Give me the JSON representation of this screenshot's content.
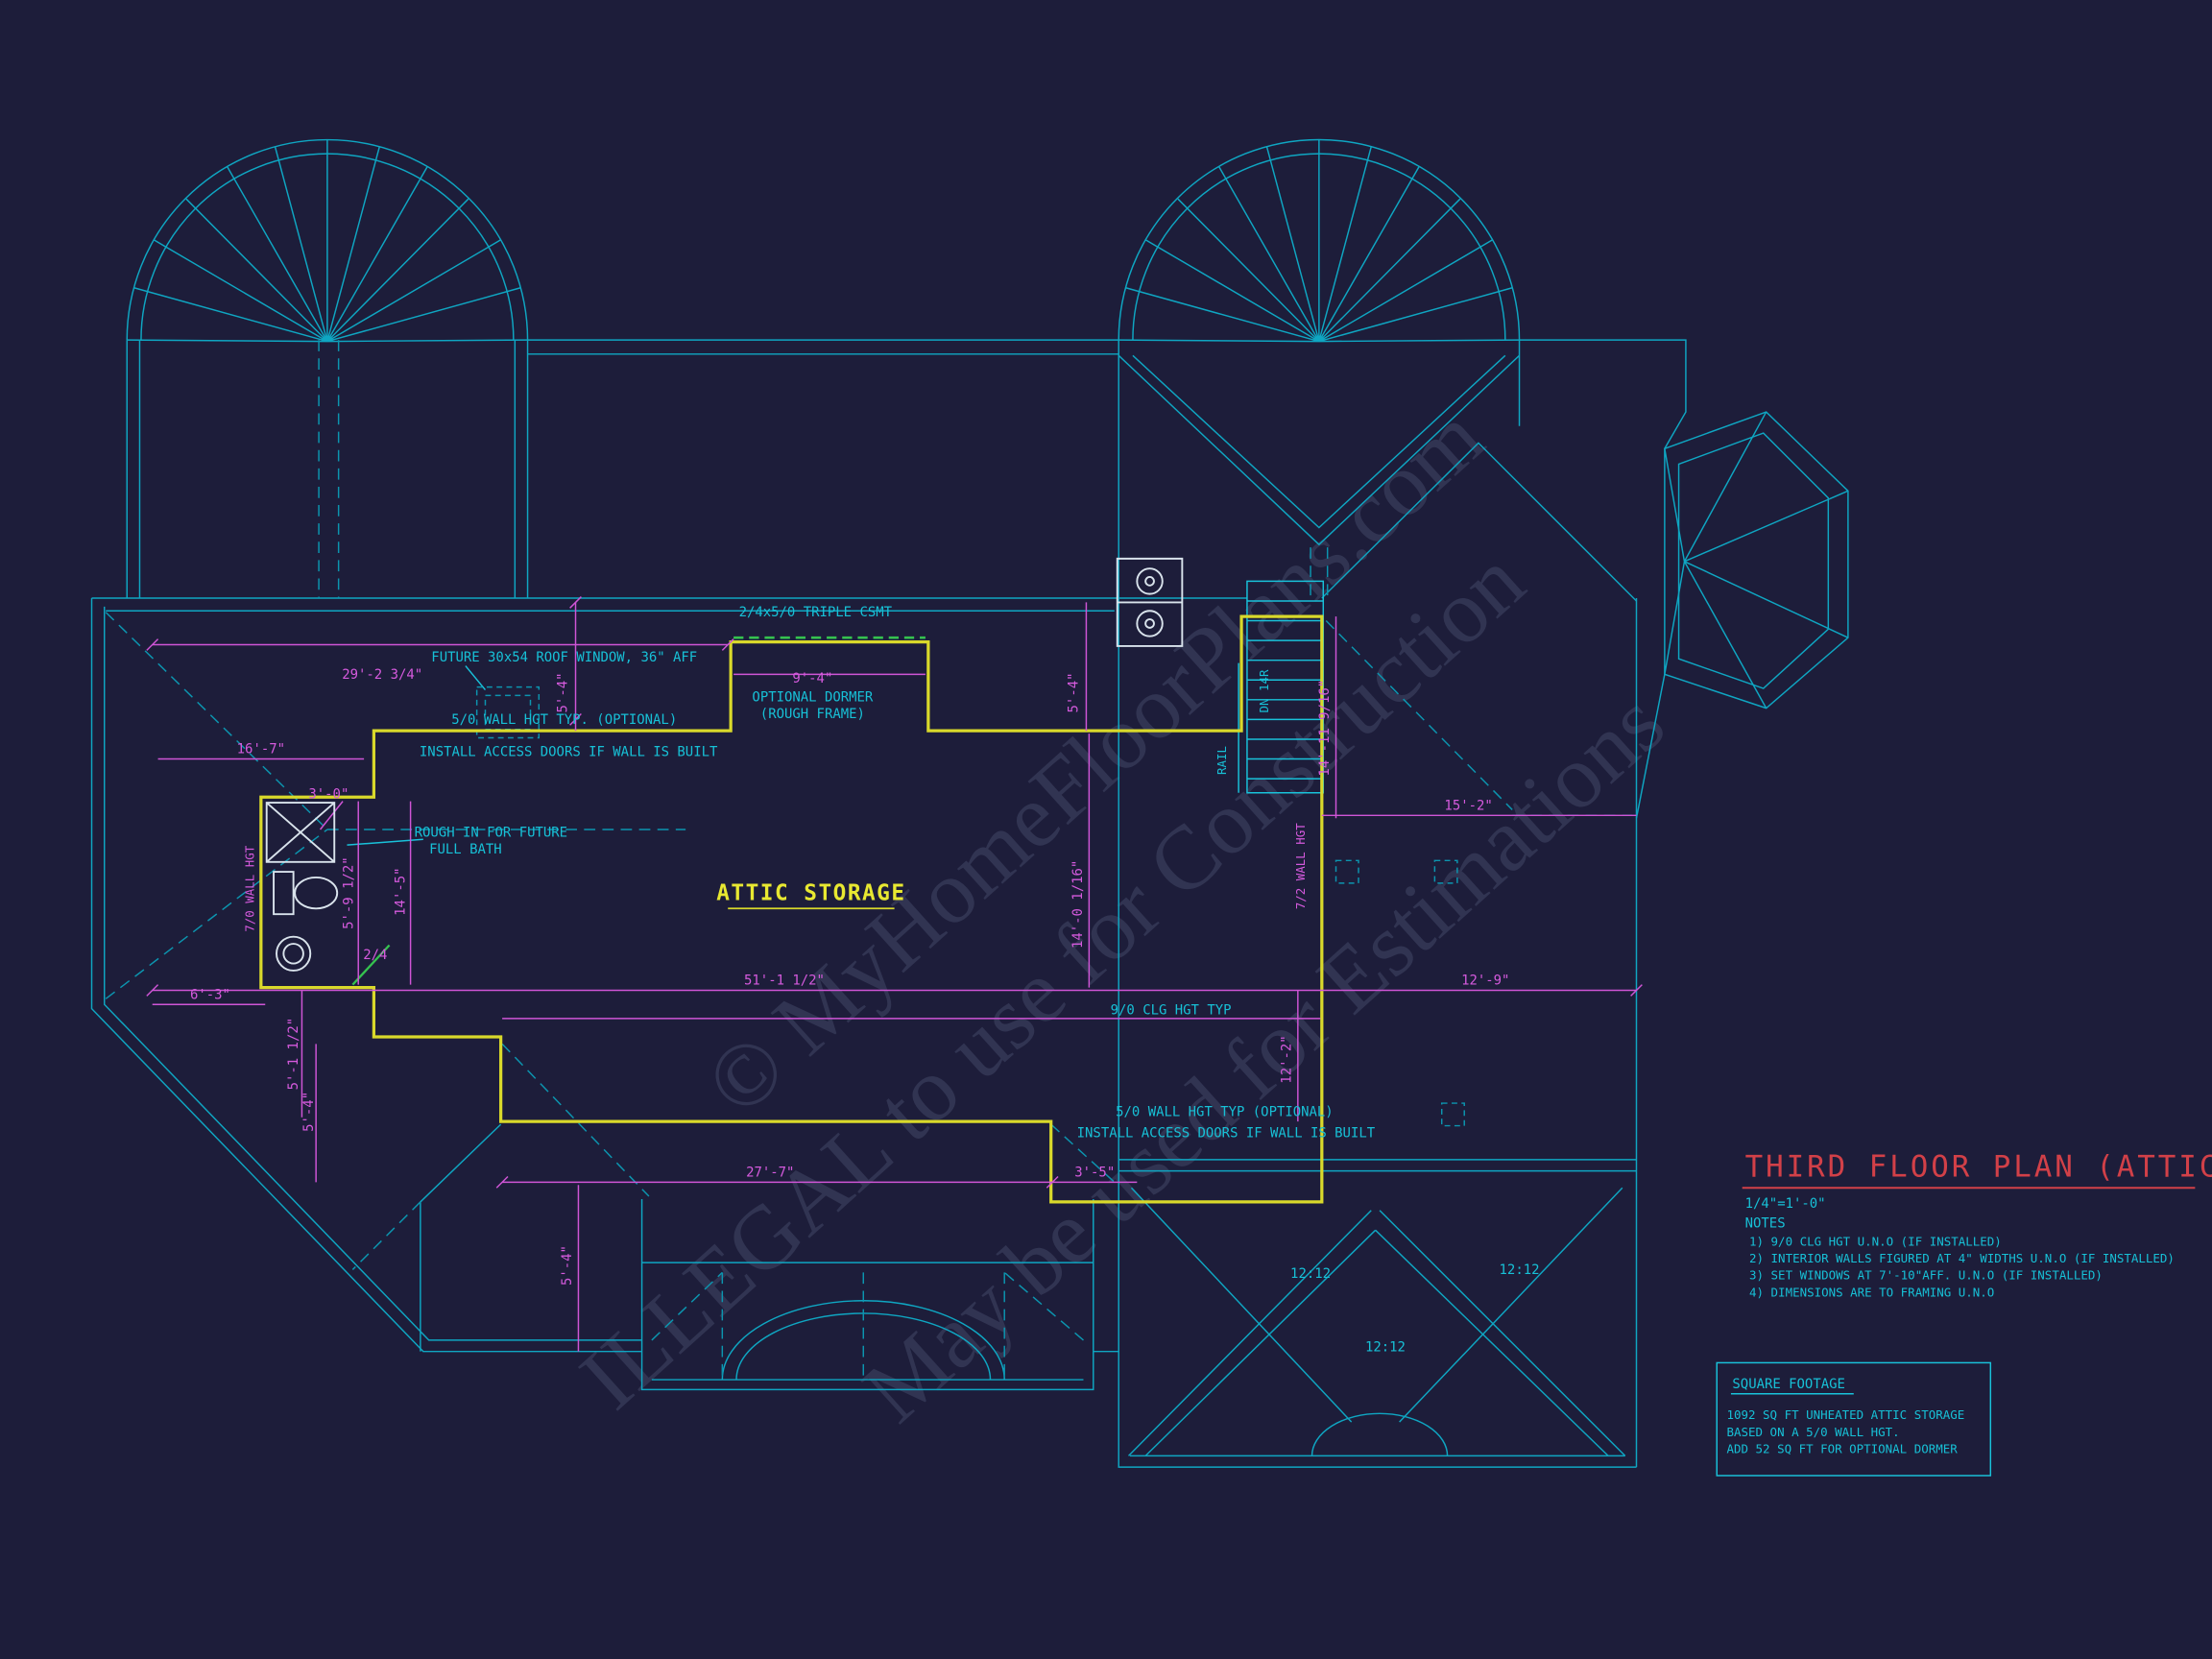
{
  "meta": {
    "drawing_name": "Third Floor Plan (Attic)"
  },
  "colors": {
    "background": "#1d1d3a",
    "line_cyan": "#0fa6c2",
    "text_cyan": "#17c0d6",
    "dim_magenta": "#cf55d6",
    "wall_yellow": "#d9d92b",
    "accent_green": "#35c24f",
    "title_red": "#d24048",
    "fixture_white": "#d9e3ec",
    "watermark": "#93a3c8"
  },
  "labels": {
    "triple_csmt": "2/4x5/0 TRIPLE CSMT",
    "future_window": "FUTURE 30x54 ROOF WINDOW, 36\" AFF",
    "wall_hgt_top": "5/0 WALL HGT TYP. (OPTIONAL)",
    "access_top": "INSTALL ACCESS DOORS IF WALL IS BUILT",
    "dormer_line1": "OPTIONAL DORMER",
    "dormer_line2": "(ROUGH FRAME)",
    "rough_in_line1": "ROUGH IN FOR FUTURE",
    "rough_in_line2": "FULL BATH",
    "attic_storage": "ATTIC STORAGE",
    "clg_hgt": "9/0 CLG HGT TYP",
    "wall_hgt_bot": "5/0 WALL HGT TYP (OPTIONAL)",
    "access_bot": "INSTALL ACCESS DOORS IF WALL IS BUILT",
    "wall_hgt_left": "7/0 WALL HGT",
    "wall_hgt_right": "7/2 WALL HGT",
    "dn": "DN 14R",
    "rail": "RAIL",
    "pitch": "12:12",
    "door": "2/4"
  },
  "dims": {
    "top_width": "29'-2 3/4\"",
    "d5_4": "5'-4\"",
    "d9_4": "9'-4\"",
    "d16_7": "16'-7\"",
    "d3_0": "3'-0\"",
    "d14_5": "14'-5\"",
    "d5_9h": "5'-9 1/2\"",
    "d6_3": "6'-3\"",
    "d5_1h": "5'-1 1/2\"",
    "d51_1h": "51'-1 1/2\"",
    "d14_0": "14'-0 1/16\"",
    "d27_7": "27'-7\"",
    "d3_5": "3'-5\"",
    "d12_2": "12'-2\"",
    "d14_11": "14'-11 9/16\"",
    "d15_2": "15'-2\"",
    "d12_9": "12'-9\""
  },
  "title_block": {
    "title": "THIRD FLOOR PLAN (ATTIC)",
    "scale": "1/4\"=1'-0\"",
    "notes_heading": "NOTES",
    "notes": [
      "1)  9/0 CLG HGT U.N.O   (IF INSTALLED)",
      "2)  INTERIOR WALLS FIGURED AT 4\" WIDTHS U.N.O (IF INSTALLED)",
      "3)  SET WINDOWS AT 7'-10\"AFF. U.N.O (IF INSTALLED)",
      "4)  DIMENSIONS ARE TO FRAMING U.N.O"
    ]
  },
  "sqft": {
    "heading": "SQUARE FOOTAGE",
    "line1": "1092  SQ FT UNHEATED ATTIC STORAGE",
    "line2": "BASED ON A 5/0 WALL HGT.",
    "line3": "ADD 52 SQ FT FOR OPTIONAL DORMER"
  },
  "watermark": {
    "line1": "© MyHomeFloorPlans.com",
    "line2": "ILLEGAL to use for Construction",
    "line3": "May be used for Estimations"
  }
}
